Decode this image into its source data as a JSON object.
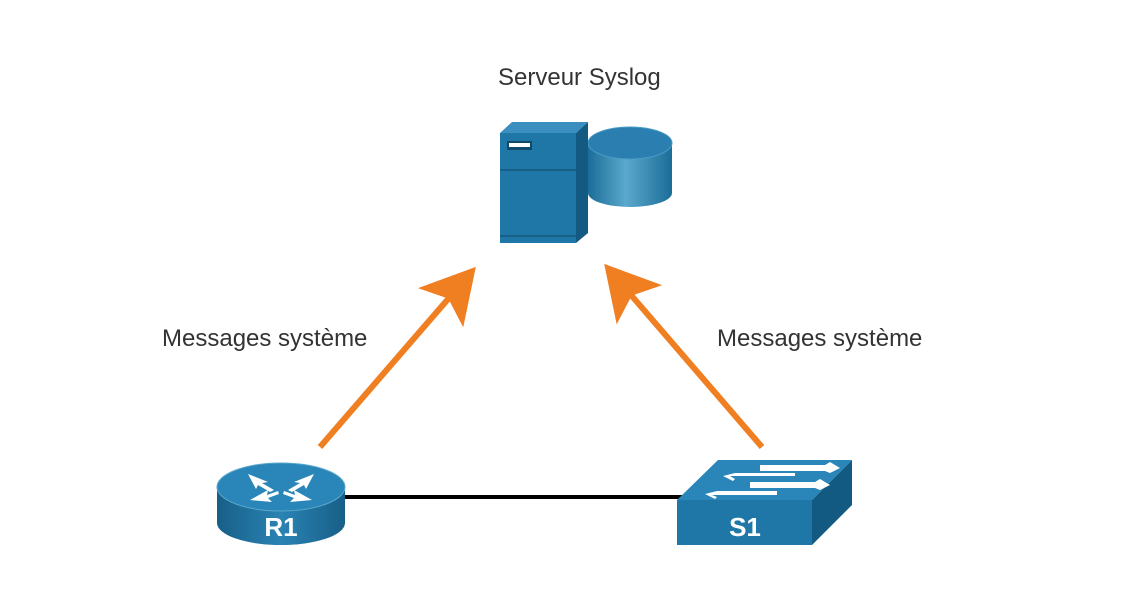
{
  "diagram": {
    "server": {
      "label": "Serveur Syslog",
      "icon": "server-database-icon"
    },
    "router": {
      "label": "R1",
      "icon": "router-icon"
    },
    "switch": {
      "label": "S1",
      "icon": "switch-icon"
    },
    "left_arrow_label": "Messages système",
    "right_arrow_label": "Messages système",
    "colors": {
      "device_blue": "#1f77a8",
      "arrow_orange": "#f07f22",
      "link_black": "#000000",
      "text": "#333333"
    }
  }
}
